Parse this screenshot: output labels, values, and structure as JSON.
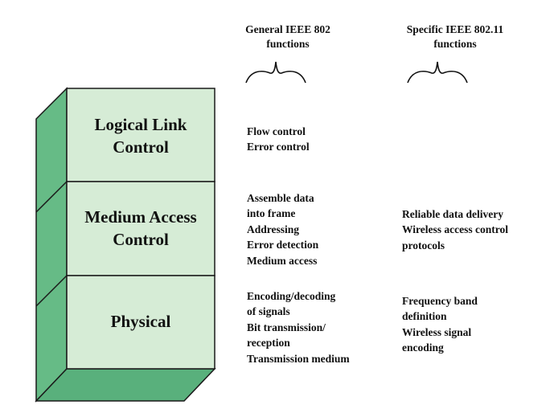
{
  "columns": {
    "general": {
      "title": "General IEEE 802\nfunctions"
    },
    "specific": {
      "title": "Specific IEEE 802.11\nfunctions"
    }
  },
  "layers": [
    {
      "name": "Logical Link\nControl",
      "general": [
        "Flow control",
        "Error control"
      ],
      "specific": []
    },
    {
      "name": "Medium Access\nControl",
      "general": [
        "Assemble data",
        "into frame",
        "Addressing",
        "Error detection",
        "Medium access"
      ],
      "specific": [
        "Reliable data delivery",
        "Wireless access control",
        "protocols"
      ]
    },
    {
      "name": "Physical",
      "general": [
        "Encoding/decoding",
        "of signals",
        "Bit transmission/",
        "reception",
        "Transmission medium"
      ],
      "specific": [
        "Frequency band",
        "definition",
        "Wireless signal",
        "encoding"
      ]
    }
  ],
  "colors": {
    "front": "#d6ecd6",
    "side": "#66bb86",
    "bottom": "#59b07c",
    "edge": "#1a1a1a"
  }
}
